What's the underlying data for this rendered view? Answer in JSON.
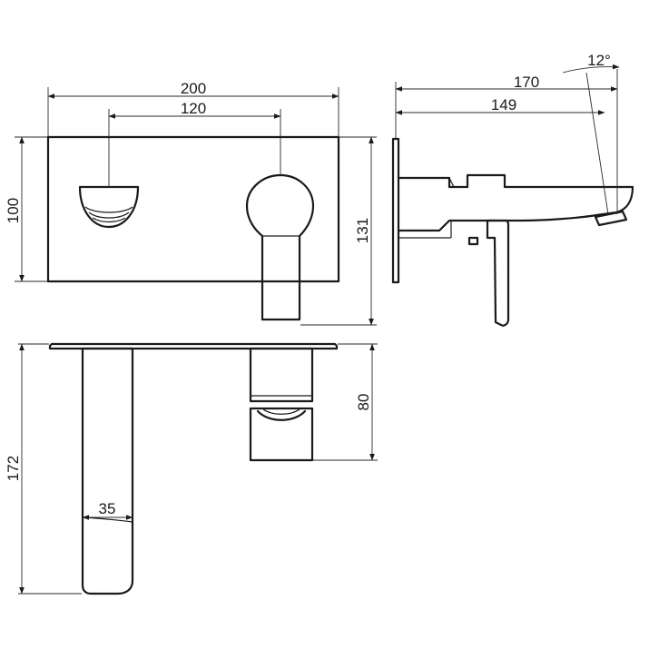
{
  "dimensions": {
    "front_width": "200",
    "front_spacing": "120",
    "front_height": "100",
    "front_total_height": "131",
    "side_projection": "170",
    "side_spout": "149",
    "side_angle": "12°",
    "top_depth": "80",
    "top_lever_length": "172",
    "top_lever_width": "35"
  }
}
